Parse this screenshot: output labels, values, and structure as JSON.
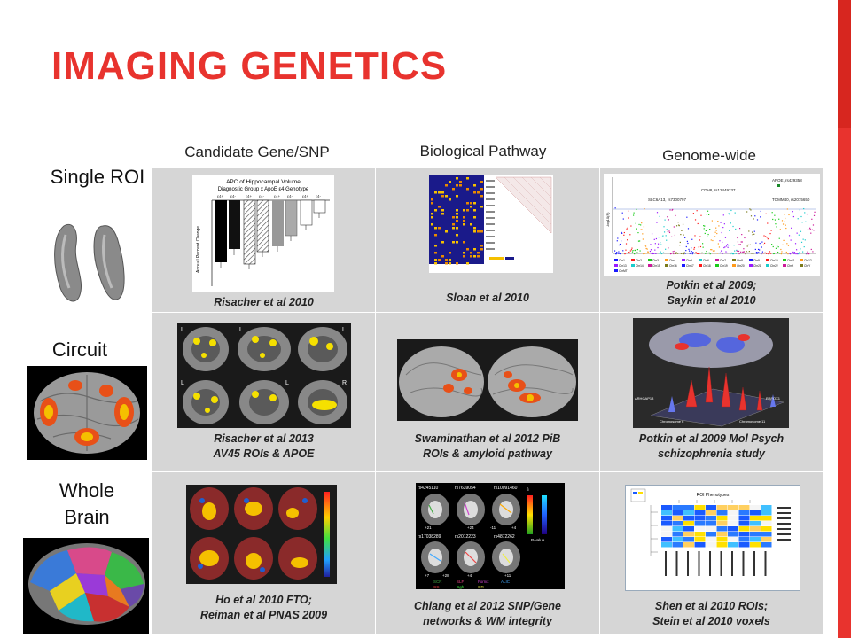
{
  "slide": {
    "title": "IMAGING GENETICS",
    "accent_color": "#e8332e"
  },
  "columns": {
    "candidate": "Candidate Gene/SNP",
    "pathway": "Biological Pathway",
    "genome": "Genome-wide"
  },
  "rows": {
    "single_roi": "Single ROI",
    "circuit": "Circuit",
    "whole_brain_1": "Whole",
    "whole_brain_2": "Brain"
  },
  "captions": {
    "r1c1": [
      "Risacher et al 2010"
    ],
    "r1c2": [
      "Sloan et al 2010"
    ],
    "r1c3": [
      "Potkin et al 2009;",
      "Saykin et al 2010"
    ],
    "r2c1": [
      "Risacher et al 2013",
      "AV45 ROIs & APOE"
    ],
    "r2c2": [
      "Swaminathan et al 2012 PiB",
      "ROIs & amyloid pathway"
    ],
    "r2c3": [
      "Potkin et al 2009 Mol Psych",
      "schizophrenia study"
    ],
    "r3c1": [
      "Ho et al 2010 FTO;",
      "Reiman et al PNAS 2009"
    ],
    "r3c2": [
      "Chiang et al 2012 SNP/Gene",
      "networks & WM integrity"
    ],
    "r3c3": [
      "Shen et al 2010 ROIs;",
      "Stein et al 2010 voxels"
    ]
  },
  "figures": {
    "hippocampal_chart": {
      "title_line1": "APC of Hippocampal Volume",
      "title_line2": "Diagnostic Group x ApoE ε4 Genotype",
      "ylabel": "Annual Percent Change",
      "groups": [
        "ε4+",
        "ε4-",
        "ε4+",
        "ε4-",
        "ε4+",
        "ε4-",
        "ε4+",
        "ε4-"
      ]
    },
    "manhattan": {
      "labels": [
        "APOE, rs429358",
        "CDH8, rs12449237",
        "SLC6A13, rs7300797",
        "TOMM40, rs2075650"
      ],
      "ylabel": "-log10(P)",
      "legend": [
        "Chr1",
        "Chr2",
        "Chr3",
        "Chr4",
        "Chr5",
        "Chr6",
        "Chr7",
        "Chr8",
        "Chr9",
        "Chr10",
        "Chr11",
        "Chr12",
        "Chr13",
        "Chr14",
        "Chr15",
        "Chr16",
        "Chr17",
        "Chr18",
        "Chr19",
        "Chr20",
        "Chr21",
        "Chr22",
        "ChrX",
        "ChrY",
        "ChrMT"
      ]
    },
    "circuit_brain_labels": [
      "L",
      "L",
      "L",
      "L",
      "L",
      "R"
    ],
    "dti_labels": [
      "rs4245110",
      "rs7639054",
      "rs10091460",
      "rs17038289",
      "rs2012223",
      "rs4872262"
    ],
    "dti_numbers": [
      "+21",
      "+24",
      "-11",
      "+4",
      "+7",
      "+28",
      "+4",
      "+11"
    ],
    "dti_legend": [
      "SCR",
      "SLF",
      "Fornix",
      "ALIC",
      "CC",
      "Cgh",
      "OR"
    ],
    "dti_colorbar": [
      "β",
      "P-value"
    ],
    "heatmap_title": "ROI Phenotypes",
    "schizo_labels": [
      "ARHGAP18",
      "Chromosome 6",
      "Chromosome 11",
      "RBFOX1"
    ]
  }
}
